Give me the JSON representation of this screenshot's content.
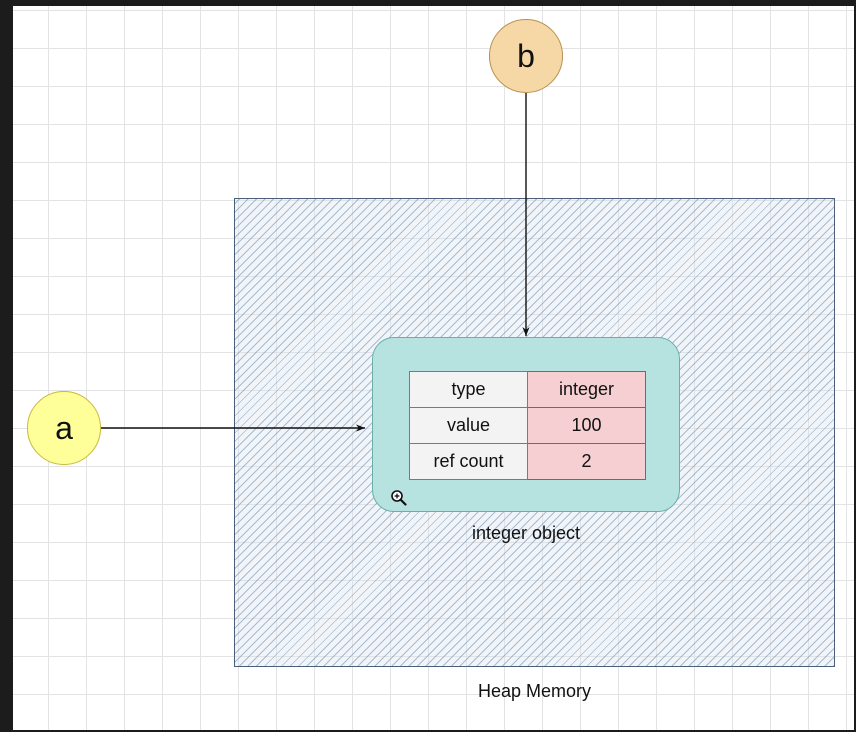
{
  "diagram": {
    "variables": [
      {
        "name": "a",
        "color": "#ffff99"
      },
      {
        "name": "b",
        "color": "#f6d7a6"
      }
    ],
    "object": {
      "label": "integer object",
      "fill_color": "#b6e2e0",
      "rows": [
        {
          "key": "type",
          "value": "integer"
        },
        {
          "key": "value",
          "value": "100"
        },
        {
          "key": "ref count",
          "value": "2"
        }
      ],
      "zoom_icon": "zoom-in-icon"
    },
    "heap": {
      "label": "Heap Memory"
    },
    "references": [
      {
        "from": "a",
        "to": "integer object"
      },
      {
        "from": "b",
        "to": "integer object"
      }
    ]
  }
}
